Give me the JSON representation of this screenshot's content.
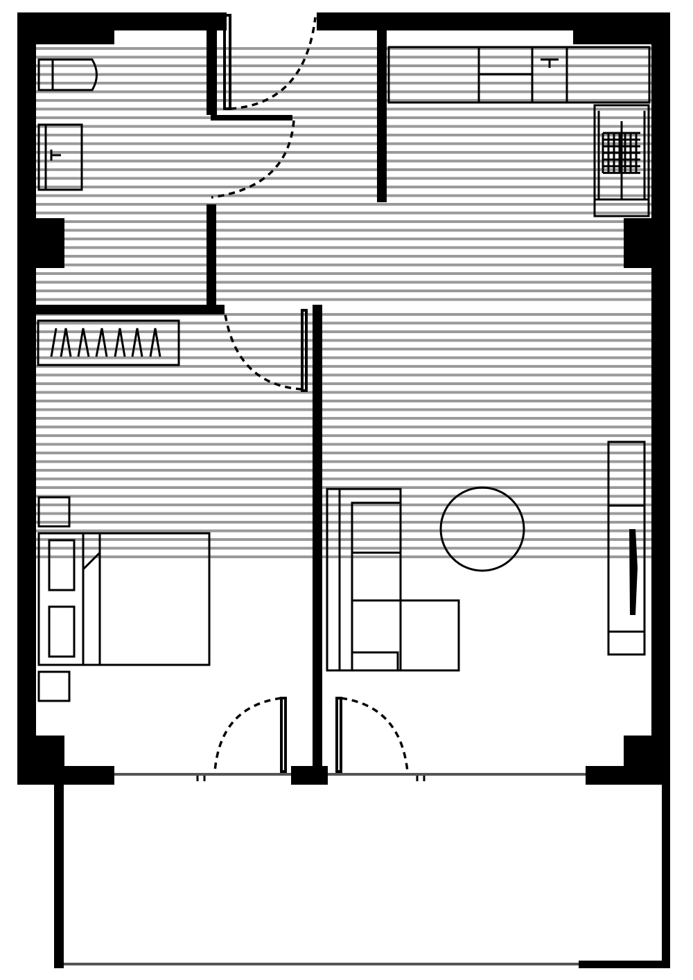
{
  "plan": {
    "type": "apartment-floor-plan",
    "units": "none shown",
    "text_labels": [],
    "colors": {
      "wall": "#000000",
      "floor_hatch": "#9a9a9a",
      "background": "#ffffff",
      "glazing": "#555555"
    },
    "spaces": [
      "bathroom",
      "kitchen",
      "hall",
      "bedroom",
      "living-room",
      "balcony"
    ],
    "fixtures": [
      "toilet",
      "washbasin",
      "kitchen-counter",
      "kitchen-sink",
      "fridge",
      "wardrobe",
      "double-bed",
      "nightstand",
      "nightstand",
      "sofa",
      "round-table",
      "tv-unit"
    ],
    "doors": [
      "entrance-door",
      "bathroom-door",
      "bedroom-door",
      "bedroom-balcony-door",
      "living-balcony-door"
    ]
  }
}
